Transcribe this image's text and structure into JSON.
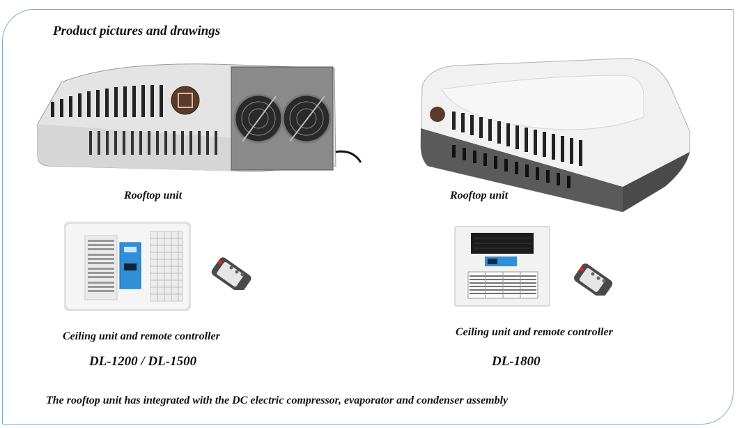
{
  "heading": "Product pictures and drawings",
  "left_column": {
    "rooftop_caption": "Rooftop unit",
    "ceiling_caption": "Ceiling unit and remote controller",
    "model": "DL-1200 / DL-1500"
  },
  "right_column": {
    "rooftop_caption": "Rooftop unit",
    "ceiling_caption": "Ceiling unit and remote controller",
    "model": "DL-1800"
  },
  "footer_note": "The rooftop unit has integrated with the DC electric compressor, evaporator and condenser assembly",
  "colors": {
    "frame": "#7fa6c6",
    "unit_body": "#e2e2e2",
    "display_blue": "#2f8fd8"
  }
}
